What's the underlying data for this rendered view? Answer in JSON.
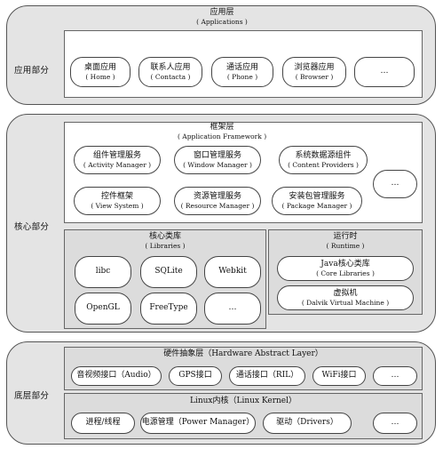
{
  "applications": {
    "band_label": "应用部分",
    "title_zh": "应用层",
    "title_en": "( Applications )",
    "items": [
      {
        "zh": "桌面应用",
        "en": "( Home )"
      },
      {
        "zh": "联系人应用",
        "en": "( Contacta )"
      },
      {
        "zh": "通话应用",
        "en": "( Phone )"
      },
      {
        "zh": "浏览器应用",
        "en": "( Browser )"
      }
    ],
    "more": "…"
  },
  "core": {
    "band_label": "核心部分",
    "framework": {
      "title_zh": "框架层",
      "title_en": "( Application Framework )",
      "items": [
        {
          "zh": "组件管理服务",
          "en": "( Activity Manager )"
        },
        {
          "zh": "窗口管理服务",
          "en": "( Window Manager )"
        },
        {
          "zh": "系统数据源组件",
          "en": "( Content Providers )"
        },
        {
          "zh": "控件框架",
          "en": "( View System )"
        },
        {
          "zh": "资源管理服务",
          "en": "( Resource Manager )"
        },
        {
          "zh": "安装包管理服务",
          "en": "( Package Manager )"
        }
      ],
      "more": "…"
    },
    "libraries": {
      "title_zh": "核心类库",
      "title_en": "( Libraries )",
      "items": [
        "libc",
        "SQLite",
        "Webkit",
        "OpenGL",
        "FreeType",
        "…"
      ]
    },
    "runtime": {
      "title_zh": "运行时",
      "title_en": "( Runtime )",
      "items": [
        {
          "zh": "Java核心类库",
          "en": "( Core Libraries )"
        },
        {
          "zh": "虚拟机",
          "en": "( Dalvik Virtual Machine )"
        }
      ]
    }
  },
  "bottom": {
    "band_label": "底层部分",
    "hal": {
      "title": "硬件抽象层（Hardware Abstract Layer）",
      "items": [
        "音视频接口（Audio）",
        "GPS接口",
        "通话接口（RIL）",
        "WiFi接口"
      ],
      "more": "…"
    },
    "kernel": {
      "title": "Linux内核（Linux Kernel）",
      "items": [
        "进程/线程",
        "电源管理（Power Manager）",
        "驱动（Drivers）"
      ],
      "more": "…"
    }
  }
}
